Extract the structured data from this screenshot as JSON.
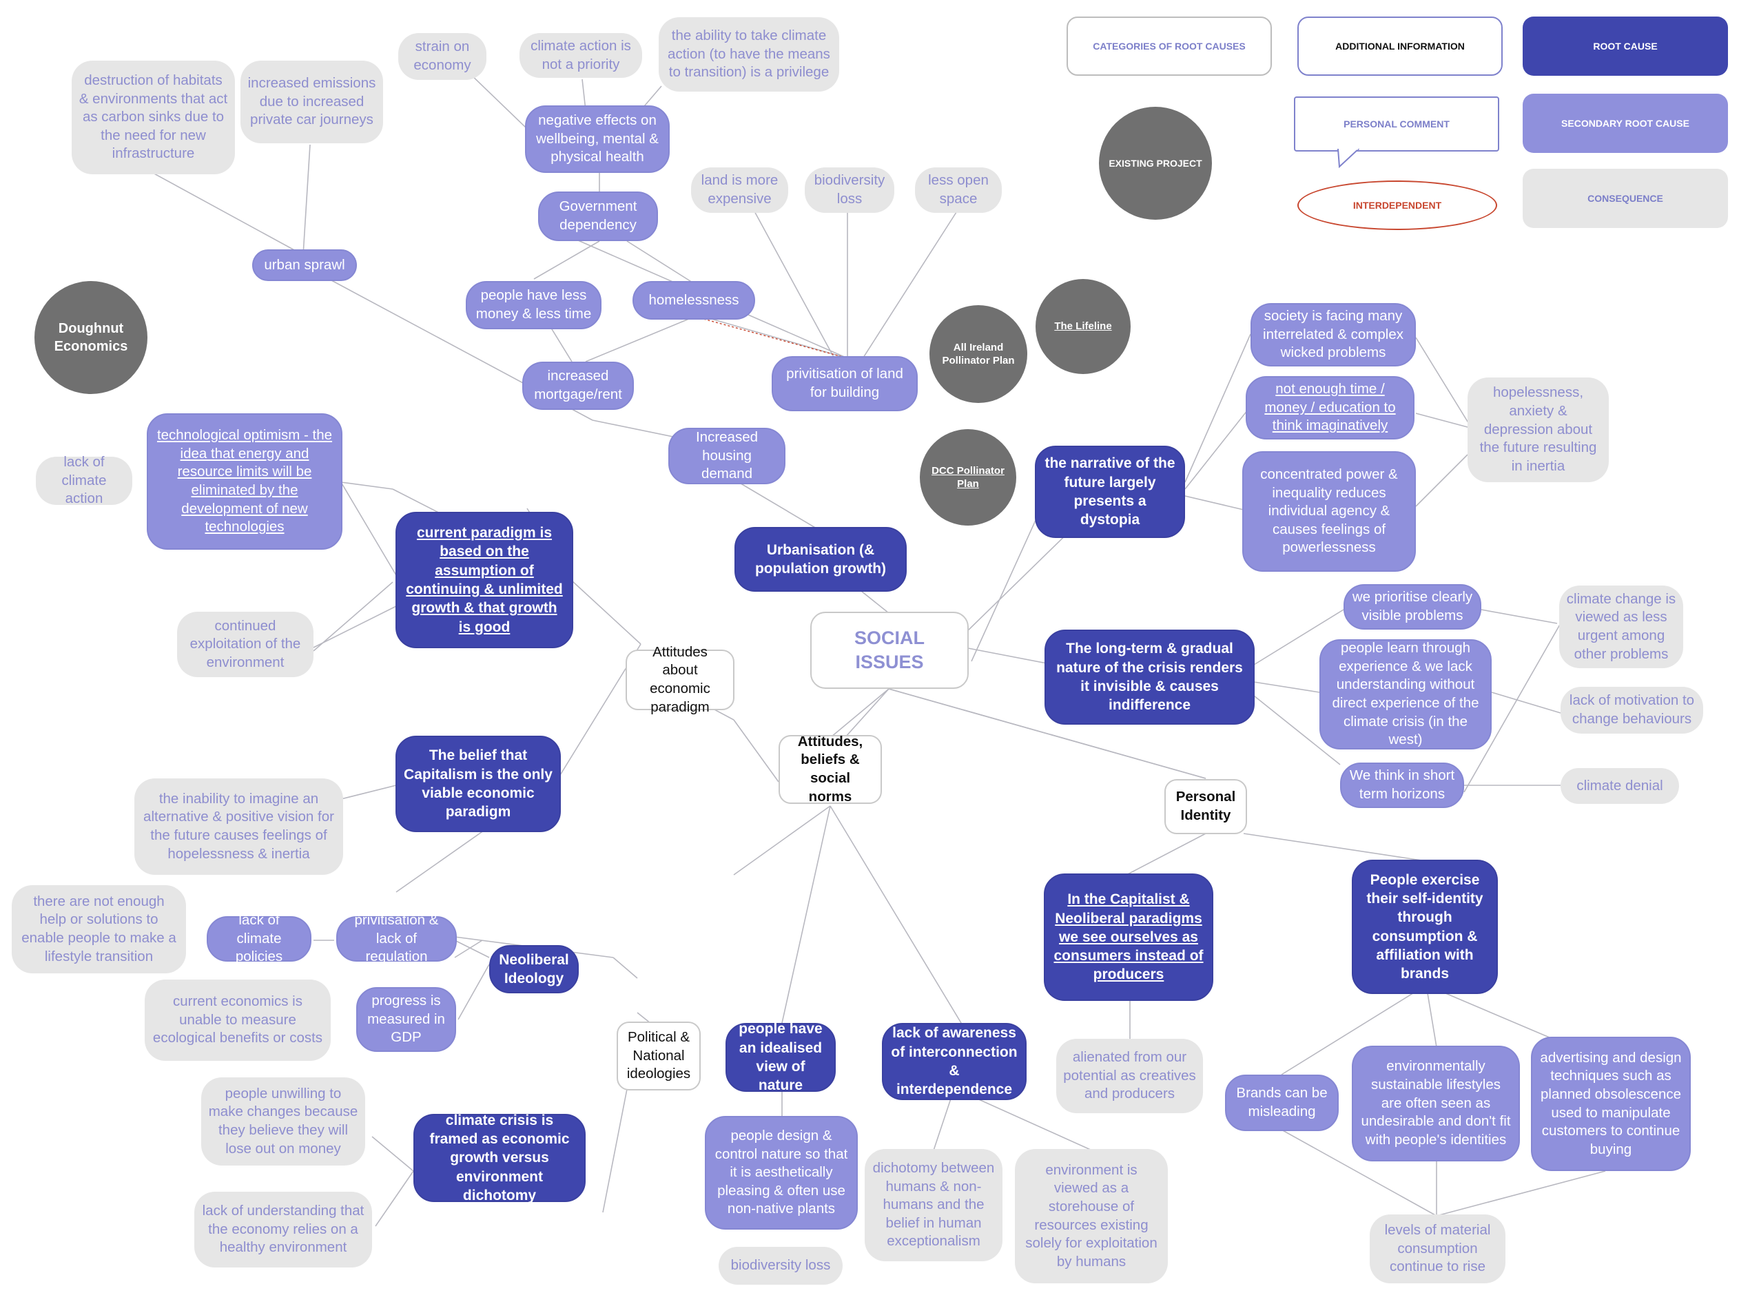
{
  "colors": {
    "root": "#3f46ad",
    "secondary": "#8f90dc",
    "consequence_bg": "#e6e6e6",
    "consequence_text": "#8e8ecf",
    "existing_project": "#707070",
    "interdependent": "#c8472f",
    "line": "#b8b8c0"
  },
  "legend": {
    "categories": "CATEGORIES OF ROOT CAUSES",
    "additional": "ADDITIONAL INFORMATION",
    "root": "ROOT CAUSE",
    "personal": "PERSONAL COMMENT",
    "secondary": "SECONDARY ROOT CAUSE",
    "existing": "EXISTING PROJECT",
    "interdependent": "INTERDEPENDENT",
    "consequence": "CONSEQUENCE"
  },
  "projects": {
    "doughnut": "Doughnut Economics",
    "pollinator": "All Ireland Pollinator Plan",
    "lifeline": "The Lifeline",
    "dcc": "DCC Pollinator Plan"
  },
  "center": "SOCIAL ISSUES",
  "categories": {
    "attitudes": "Attitudes, beliefs & social norms",
    "economic": "Attitudes about economic paradigm",
    "political": "Political & National ideologies",
    "personal": "Personal Identity"
  },
  "urban": {
    "root": "Urbanisation (& population growth)",
    "housing": "Increased housing demand",
    "mortgage": "increased mortgage/rent",
    "privatisation": "privitisation of land for building",
    "less_money": "people have less money & less time",
    "homelessness": "homelessness",
    "govt": "Government dependency",
    "wellbeing": "negative effects on wellbeing, mental & physical health",
    "urban_sprawl": "urban sprawl",
    "habitats": "destruction of habitats & environments that act as carbon sinks due to the need for new infrastructure",
    "emissions": "increased emissions due to increased private car journeys",
    "strain": "strain on economy",
    "not_priority": "climate action is not a priority",
    "privilege": "the ability to take climate action (to have the means to transition) is a privilege",
    "land_expensive": "land is more expensive",
    "biodiversity": "biodiversity loss",
    "open_space": "less open space"
  },
  "dystopia": {
    "root": "the narrative of the future largely presents a dystopia",
    "wicked": "society is facing many interrelated & complex wicked problems",
    "not_enough": "not enough time / money / education to think imaginatively",
    "power": "concentrated power & inequality reduces individual agency & causes feelings of powerlessness",
    "hopelessness": "hopelessness, anxiety & depression about the future resulting in inertia"
  },
  "longterm": {
    "root": "The long-term & gradual nature of the crisis renders it invisible & causes indifference",
    "visible": "we prioritise clearly visible problems",
    "experience": "people learn through experience & we lack understanding without direct experience of the climate crisis (in the west)",
    "short_term": "We think in short term horizons",
    "less_urgent": "climate change is viewed as less urgent among other problems",
    "motivation": "lack of motivation to change behaviours",
    "denial": "climate denial"
  },
  "economic": {
    "paradigm": "current paradigm is based on the assumption of continuing & unlimited growth & that growth is good",
    "techno": "technological optimism - the idea that energy and resource limits will be eliminated by the development of new technologies",
    "lack_action": "lack of climate action",
    "exploitation": "continued exploitation of the environment",
    "capitalism": "The belief that Capitalism is the only viable economic paradigm",
    "inability": "the inability to imagine an alternative & positive vision for the future causes feelings of hopelessness & inertia"
  },
  "political": {
    "neoliberal": "Neoliberal Ideology",
    "privatisation_reg": "privitisation & lack of regulation",
    "lack_policies": "lack of climate policies",
    "not_enough_help": "there are not enough help or solutions to enable people to make a lifestyle transition",
    "gdp": "progress is measured in GDP",
    "unable_measure": "current economics is unable to measure ecological benefits or costs",
    "framed": "climate crisis is framed as economic growth versus environment dichotomy",
    "unwilling": "people unwilling to make changes because they believe they will lose out on money",
    "lack_understanding": "lack of understanding that the economy relies on a healthy environment"
  },
  "nature": {
    "idealised": "people have an idealised view of nature",
    "design": "people design & control nature so that it is aesthetically pleasing & often use non-native plants",
    "biodiversity2": "biodiversity loss",
    "awareness": "lack of awareness of interconnection & interdependence",
    "dichotomy": "dichotomy between humans & non-humans and the belief in human exceptionalism",
    "storehouse": "environment is viewed as a storehouse of resources existing solely for exploitation by humans"
  },
  "identity": {
    "consumers": "In the Capitalist & Neoliberal paradigms we see ourselves as consumers instead of producers",
    "alienated": "alienated from our potential as creatives and producers",
    "brands": "People exercise their self-identity through consumption & affiliation with brands",
    "misleading": "Brands can be misleading",
    "sustainable": "environmentally sustainable lifestyles are often seen as undesirable and don't fit with people's identities",
    "advertising": "advertising and design techniques such as planned obsolescence used to manipulate customers to continue buying",
    "levels": "levels of material consumption continue to rise"
  }
}
